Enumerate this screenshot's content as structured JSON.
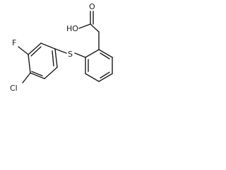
{
  "molecule": {
    "atoms": {
      "chlorine": "Cl",
      "fluorine": "F",
      "sulfur": "S",
      "hydroxyl": "HO",
      "carbonyl_oxygen": "O"
    },
    "colors": {
      "bond": "#1a1a1a",
      "label": "#1a1a1a",
      "background": "#ffffff"
    }
  }
}
